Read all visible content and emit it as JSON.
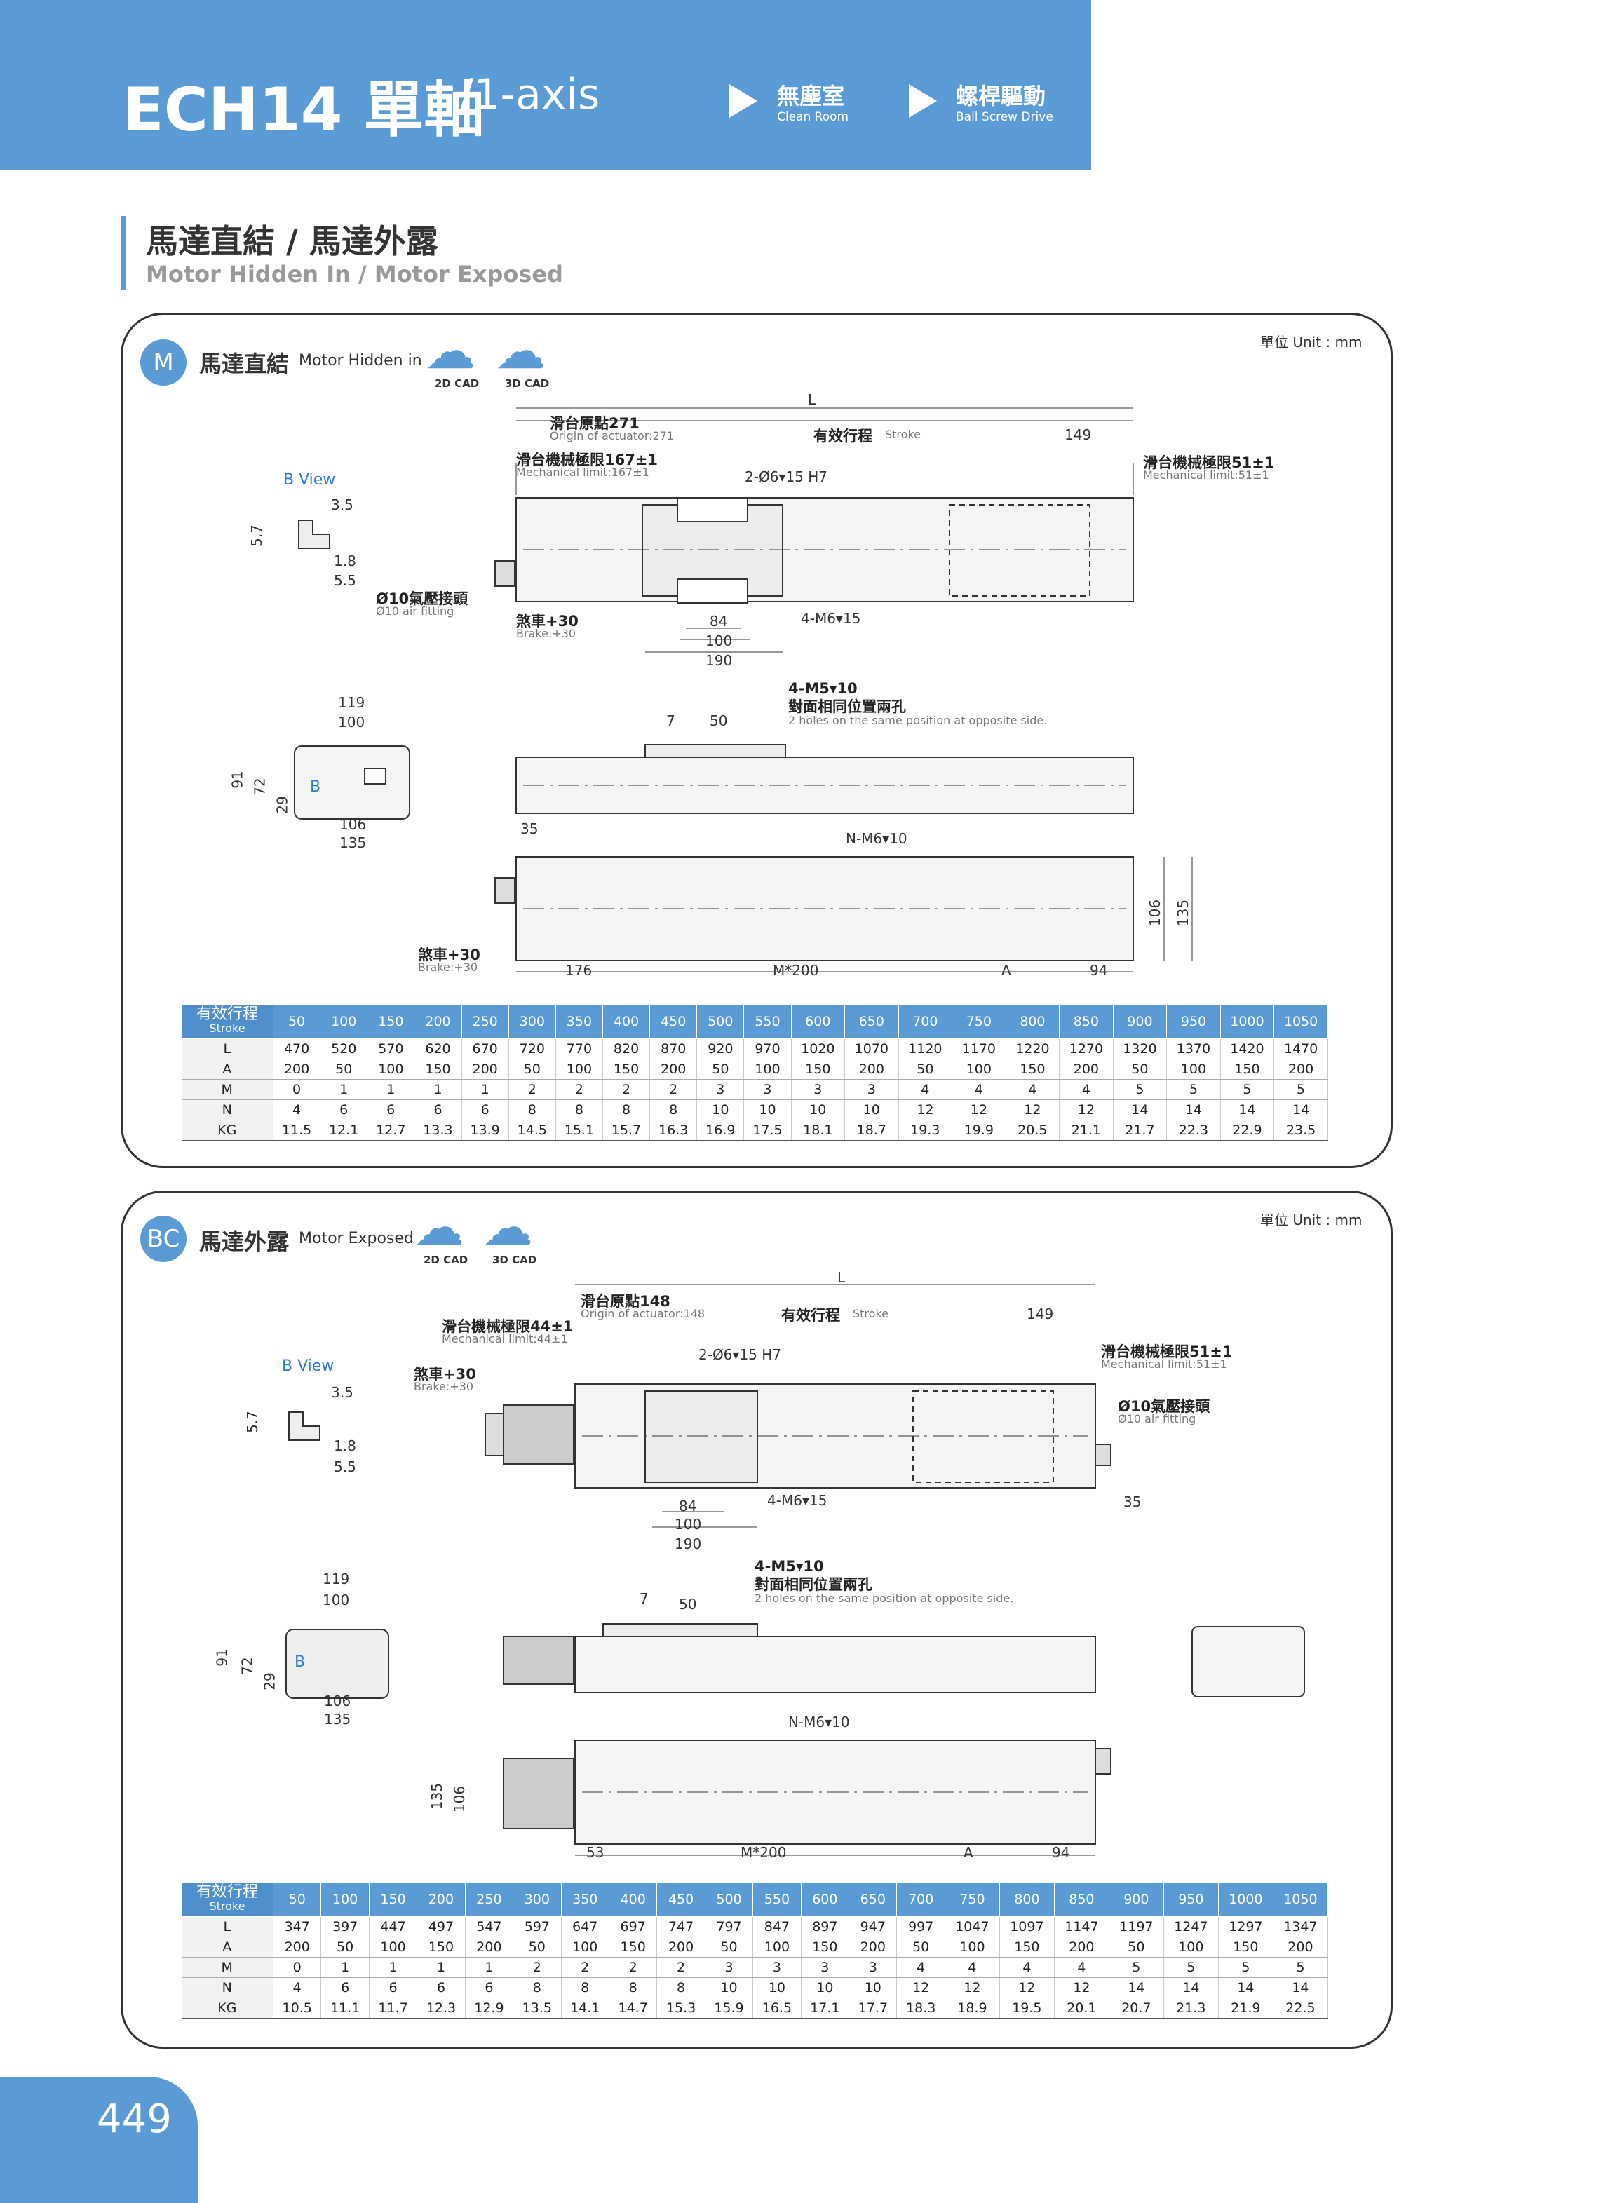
{
  "header": {
    "model": "ECH14",
    "title_cn": "單軸",
    "title_en": "/1-axis",
    "tags": [
      {
        "cn": "無塵室",
        "en": "Clean Room"
      },
      {
        "cn": "螺桿驅動",
        "en": "Ball Screw Drive"
      }
    ]
  },
  "section": {
    "title": "馬達直結 / 馬達外露",
    "subtitle": "Motor Hidden In / Motor Exposed"
  },
  "panels": [
    {
      "badge": "M",
      "name_cn": "馬達直結",
      "name_en": "Motor Hidden in",
      "cad": [
        "2D CAD",
        "3D CAD"
      ],
      "unit": "單位 Unit : mm",
      "labels": {
        "L": "L",
        "origin_cn": "滑台原點271",
        "origin_en": "Origin of actuator:271",
        "stroke_cn": "有效行程",
        "stroke_en": "Stroke",
        "end": "149",
        "mech_left_cn": "滑台機械極限167±1",
        "mech_left_en": "Mechanical limit:167±1",
        "mech_right_cn": "滑台機械極限51±1",
        "mech_right_en": "Mechanical limit:51±1",
        "pin": "2-Ø6▾15 H7",
        "bview": "B View",
        "b35": "3.5",
        "b57": "5.7",
        "b18": "1.8",
        "b55": "5.5",
        "air_cn": "Ø10氣壓接頭",
        "air_en": "Ø10 air fitting",
        "brake_cn": "煞車+30",
        "brake_en": "Brake:+30",
        "tap": "4-M6▾15",
        "d84": "84",
        "d100": "100",
        "d190": "190",
        "m5_1": "4-M5▾10",
        "m5_2": "對面相同位置兩孔",
        "m5_en": "2 holes on the same position at opposite side.",
        "d7": "7",
        "d50": "50",
        "w119": "119",
        "w100": "100",
        "h91": "91",
        "h72": "72",
        "h29": "29",
        "w106": "106",
        "w135": "135",
        "bmark": "B",
        "d35": "35",
        "nm6": "N-M6▾10",
        "brake2_cn": "煞車+30",
        "brake2_en": "Brake:+30",
        "d176": "176",
        "m200": "M*200",
        "dA": "A",
        "d94": "94",
        "v106": "106",
        "v135": "135"
      },
      "table": {
        "head_cn": "有效行程",
        "head_en": "Stroke",
        "strokes": [
          "50",
          "100",
          "150",
          "200",
          "250",
          "300",
          "350",
          "400",
          "450",
          "500",
          "550",
          "600",
          "650",
          "700",
          "750",
          "800",
          "850",
          "900",
          "950",
          "1000",
          "1050"
        ],
        "rows": [
          {
            "label": "L",
            "values": [
              "470",
              "520",
              "570",
              "620",
              "670",
              "720",
              "770",
              "820",
              "870",
              "920",
              "970",
              "1020",
              "1070",
              "1120",
              "1170",
              "1220",
              "1270",
              "1320",
              "1370",
              "1420",
              "1470"
            ]
          },
          {
            "label": "A",
            "values": [
              "200",
              "50",
              "100",
              "150",
              "200",
              "50",
              "100",
              "150",
              "200",
              "50",
              "100",
              "150",
              "200",
              "50",
              "100",
              "150",
              "200",
              "50",
              "100",
              "150",
              "200"
            ]
          },
          {
            "label": "M",
            "values": [
              "0",
              "1",
              "1",
              "1",
              "1",
              "2",
              "2",
              "2",
              "2",
              "3",
              "3",
              "3",
              "3",
              "4",
              "4",
              "4",
              "4",
              "5",
              "5",
              "5",
              "5"
            ]
          },
          {
            "label": "N",
            "values": [
              "4",
              "6",
              "6",
              "6",
              "6",
              "8",
              "8",
              "8",
              "8",
              "10",
              "10",
              "10",
              "10",
              "12",
              "12",
              "12",
              "12",
              "14",
              "14",
              "14",
              "14"
            ]
          },
          {
            "label": "KG",
            "values": [
              "11.5",
              "12.1",
              "12.7",
              "13.3",
              "13.9",
              "14.5",
              "15.1",
              "15.7",
              "16.3",
              "16.9",
              "17.5",
              "18.1",
              "18.7",
              "19.3",
              "19.9",
              "20.5",
              "21.1",
              "21.7",
              "22.3",
              "22.9",
              "23.5"
            ]
          }
        ]
      }
    },
    {
      "badge": "BC",
      "name_cn": "馬達外露",
      "name_en": "Motor Exposed",
      "cad": [
        "2D CAD",
        "3D CAD"
      ],
      "unit": "單位 Unit : mm",
      "labels": {
        "L": "L",
        "origin_cn": "滑台原點148",
        "origin_en": "Origin of actuator:148",
        "stroke_cn": "有效行程",
        "stroke_en": "Stroke",
        "end": "149",
        "mech_left_cn": "滑台機械極限44±1",
        "mech_left_en": "Mechanical limit:44±1",
        "mech_right_cn": "滑台機械極限51±1",
        "mech_right_en": "Mechanical limit:51±1",
        "pin": "2-Ø6▾15 H7",
        "bview": "B View",
        "b35": "3.5",
        "b57": "5.7",
        "b18": "1.8",
        "b55": "5.5",
        "brake_cn": "煞車+30",
        "brake_en": "Brake:+30",
        "air_cn": "Ø10氣壓接頭",
        "air_en": "Ø10 air fitting",
        "d35": "35",
        "tap": "4-M6▾15",
        "d84": "84",
        "d100": "100",
        "d190": "190",
        "m5_1": "4-M5▾10",
        "m5_2": "對面相同位置兩孔",
        "m5_en": "2 holes on the same position at opposite side.",
        "d7": "7",
        "d50": "50",
        "w119": "119",
        "w100": "100",
        "h91": "91",
        "h72": "72",
        "h29": "29",
        "w106": "106",
        "w135": "135",
        "bmark": "B",
        "nm6": "N-M6▾10",
        "v135": "135",
        "v106": "106",
        "d53": "53",
        "m200": "M*200",
        "dA": "A",
        "d94": "94"
      },
      "table": {
        "head_cn": "有效行程",
        "head_en": "Stroke",
        "strokes": [
          "50",
          "100",
          "150",
          "200",
          "250",
          "300",
          "350",
          "400",
          "450",
          "500",
          "550",
          "600",
          "650",
          "700",
          "750",
          "800",
          "850",
          "900",
          "950",
          "1000",
          "1050"
        ],
        "rows": [
          {
            "label": "L",
            "values": [
              "347",
              "397",
              "447",
              "497",
              "547",
              "597",
              "647",
              "697",
              "747",
              "797",
              "847",
              "897",
              "947",
              "997",
              "1047",
              "1097",
              "1147",
              "1197",
              "1247",
              "1297",
              "1347"
            ]
          },
          {
            "label": "A",
            "values": [
              "200",
              "50",
              "100",
              "150",
              "200",
              "50",
              "100",
              "150",
              "200",
              "50",
              "100",
              "150",
              "200",
              "50",
              "100",
              "150",
              "200",
              "50",
              "100",
              "150",
              "200"
            ]
          },
          {
            "label": "M",
            "values": [
              "0",
              "1",
              "1",
              "1",
              "1",
              "2",
              "2",
              "2",
              "2",
              "3",
              "3",
              "3",
              "3",
              "4",
              "4",
              "4",
              "4",
              "5",
              "5",
              "5",
              "5"
            ]
          },
          {
            "label": "N",
            "values": [
              "4",
              "6",
              "6",
              "6",
              "6",
              "8",
              "8",
              "8",
              "8",
              "10",
              "10",
              "10",
              "10",
              "12",
              "12",
              "12",
              "12",
              "14",
              "14",
              "14",
              "14"
            ]
          },
          {
            "label": "KG",
            "values": [
              "10.5",
              "11.1",
              "11.7",
              "12.3",
              "12.9",
              "13.5",
              "14.1",
              "14.7",
              "15.3",
              "15.9",
              "16.5",
              "17.1",
              "17.7",
              "18.3",
              "18.9",
              "19.5",
              "20.1",
              "20.7",
              "21.3",
              "21.9",
              "22.5"
            ]
          }
        ]
      }
    }
  ],
  "footer": {
    "page": "449"
  },
  "colors": {
    "accent": "#5b9bd5",
    "text": "#333333"
  }
}
